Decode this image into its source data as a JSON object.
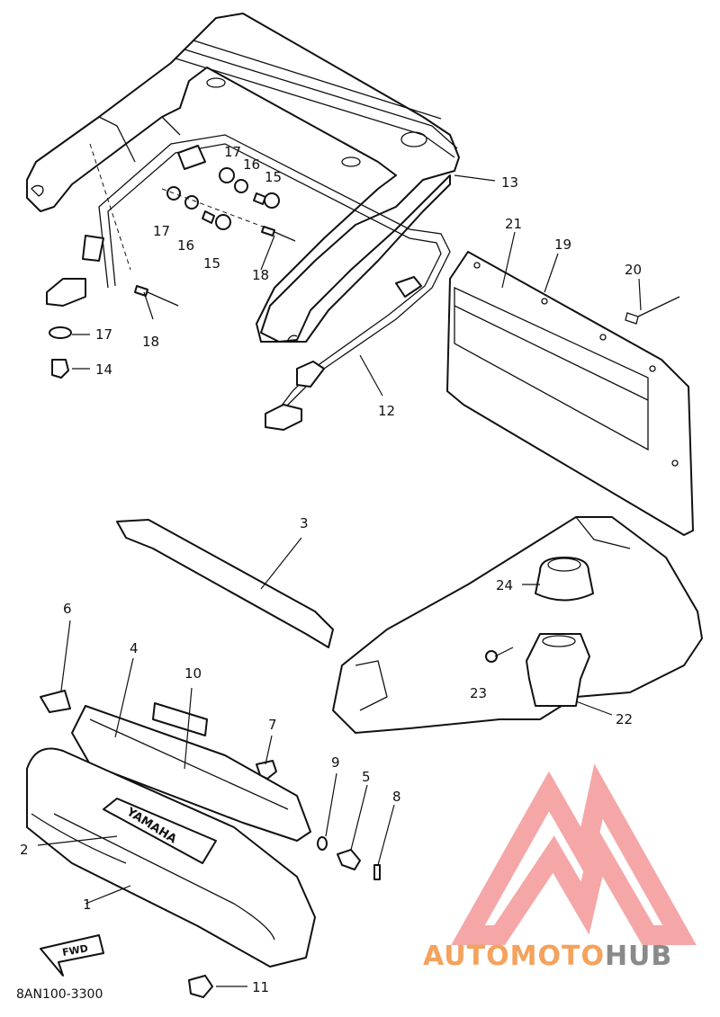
{
  "diagram": {
    "code": "8AN100-3300",
    "part_labels": [
      "1",
      "2",
      "3",
      "4",
      "5",
      "6",
      "7",
      "8",
      "9",
      "10",
      "11",
      "12",
      "13",
      "14",
      "15",
      "16",
      "17",
      "18",
      "19",
      "20",
      "21",
      "22",
      "23",
      "24"
    ],
    "emblem_text": "YAMAHA",
    "arrow_text": "FWD"
  },
  "watermark": {
    "part1": "AUTOMOTO",
    "part2": "HUB",
    "color1": "#f4a25c",
    "color2": "#8a8a8a",
    "logo_color": "#f28a8a"
  }
}
